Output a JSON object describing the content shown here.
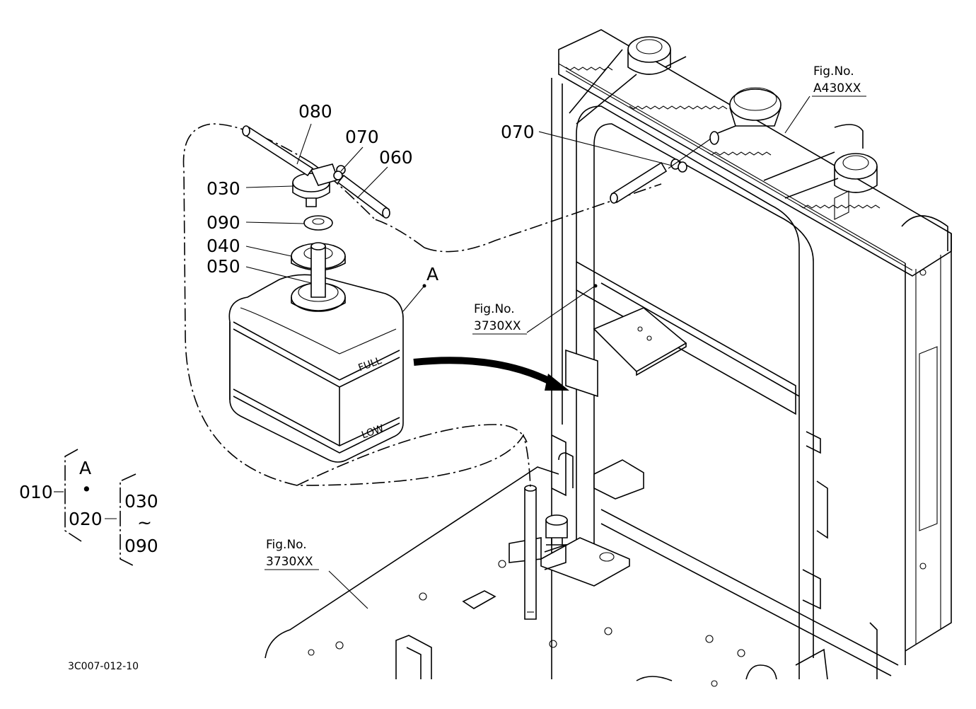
{
  "diagram": {
    "callouts": {
      "p080": "080",
      "p070_left": "070",
      "p060": "060",
      "p030": "030",
      "p090": "090",
      "p040": "040",
      "p050": "050",
      "p070_right": "070"
    },
    "detail_marker": "A",
    "tank_labels": {
      "full": "FULL",
      "low": "LOW"
    },
    "fig_refs": [
      {
        "label": "Fig.No.",
        "code": "A430XX"
      },
      {
        "label": "Fig.No.",
        "code": "3730XX"
      },
      {
        "label": "Fig.No.",
        "code": "3730XX"
      }
    ],
    "assembly_tree": {
      "root": "010",
      "group_top": "A",
      "dot": "•",
      "group_bottom": "020",
      "range_start": "030",
      "tilde": "~",
      "range_end": "090"
    },
    "drawing_code": "3C007-012-10"
  }
}
